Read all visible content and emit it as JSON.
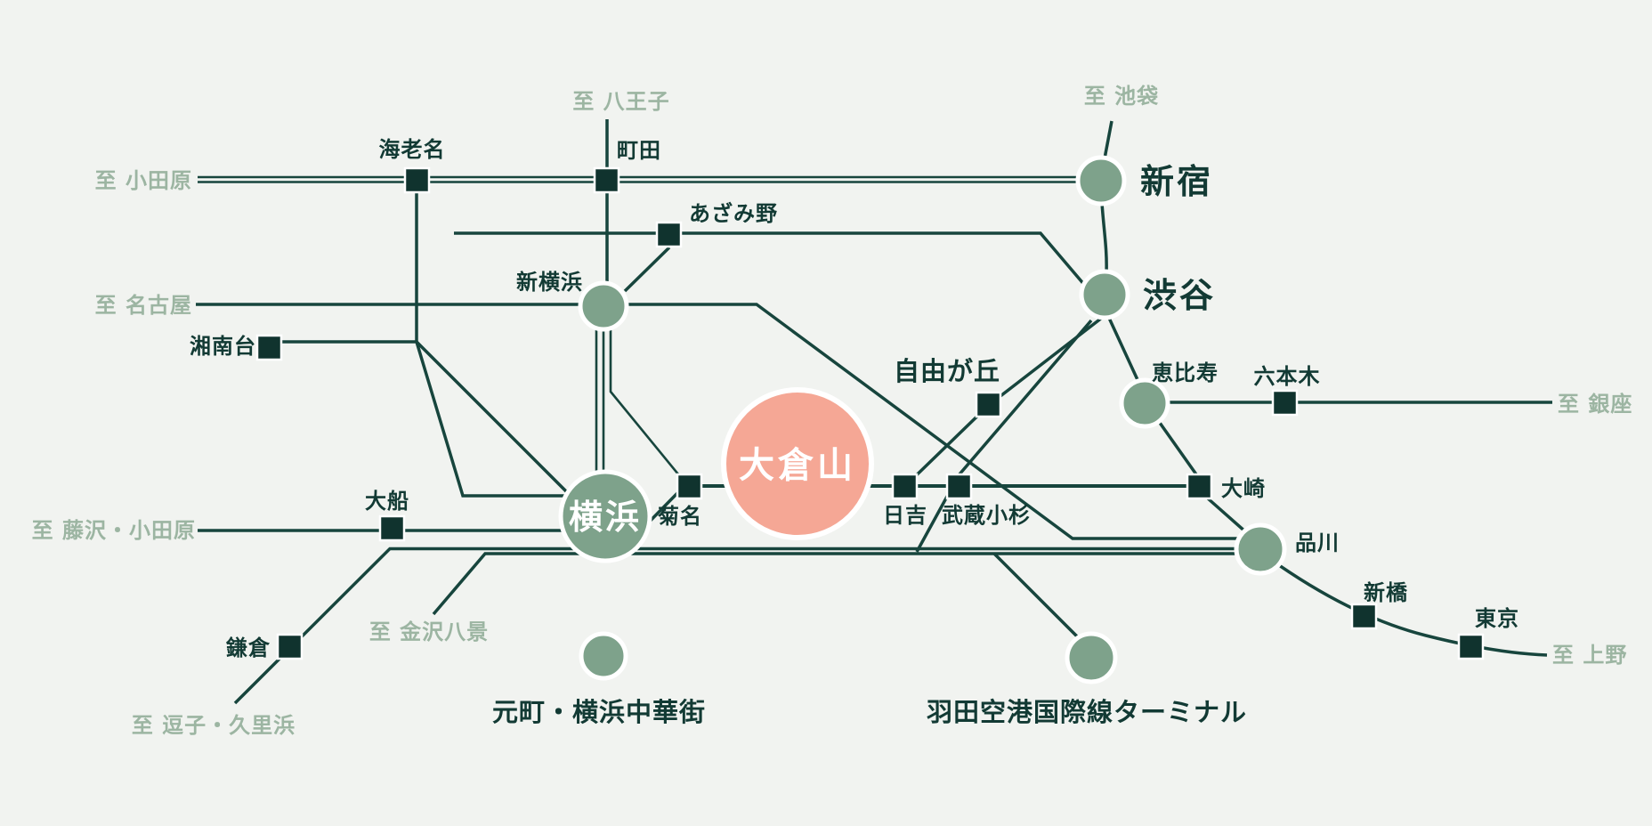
{
  "map": {
    "highlight_station": "okurayama",
    "colors": {
      "background": "#F1F3F0",
      "rail_line": "#17453D",
      "station_square": "#10332E",
      "station_circle_green": "#7EA28B",
      "station_circle_pink": "#F5A795",
      "label_dark": "#123A34",
      "label_muted_green": "#9CB5A2",
      "station_outline_white": "#FFFFFF"
    },
    "stations": [
      {
        "id": "shinjuku",
        "label": "新宿",
        "type": "circle"
      },
      {
        "id": "shibuya",
        "label": "渋谷",
        "type": "circle"
      },
      {
        "id": "ebisu",
        "label": "恵比寿",
        "type": "circle"
      },
      {
        "id": "roppongi",
        "label": "六本木",
        "type": "square"
      },
      {
        "id": "osaki",
        "label": "大崎",
        "type": "square"
      },
      {
        "id": "shinagawa",
        "label": "品川",
        "type": "circle"
      },
      {
        "id": "shimbashi",
        "label": "新橋",
        "type": "square"
      },
      {
        "id": "tokyo",
        "label": "東京",
        "type": "square"
      },
      {
        "id": "jiyugaoka",
        "label": "自由が丘",
        "type": "square"
      },
      {
        "id": "musashikosugi",
        "label": "武蔵小杉",
        "type": "square"
      },
      {
        "id": "hiyoshi",
        "label": "日吉",
        "type": "square"
      },
      {
        "id": "kikuna",
        "label": "菊名",
        "type": "square"
      },
      {
        "id": "okurayama",
        "label": "大倉山",
        "type": "circle-highlight"
      },
      {
        "id": "shinyokohama",
        "label": "新横浜",
        "type": "circle"
      },
      {
        "id": "machida",
        "label": "町田",
        "type": "square"
      },
      {
        "id": "ebina",
        "label": "海老名",
        "type": "square"
      },
      {
        "id": "azamino",
        "label": "あざみ野",
        "type": "square"
      },
      {
        "id": "shonandai",
        "label": "湘南台",
        "type": "square"
      },
      {
        "id": "ofuna",
        "label": "大船",
        "type": "square"
      },
      {
        "id": "kamakura",
        "label": "鎌倉",
        "type": "square"
      },
      {
        "id": "yokohama",
        "label": "横浜",
        "type": "circle-large"
      },
      {
        "id": "motomachi",
        "label": "元町・横浜中華街",
        "type": "circle"
      },
      {
        "id": "haneda",
        "label": "羽田空港国際線ターミナル",
        "type": "circle"
      }
    ],
    "directions": [
      {
        "id": "hachioji",
        "label": "至 八王子"
      },
      {
        "id": "ikebukuro",
        "label": "至 池袋"
      },
      {
        "id": "odawara",
        "label": "至 小田原"
      },
      {
        "id": "nagoya",
        "label": "至 名古屋"
      },
      {
        "id": "fujisawa_odawara",
        "label": "至 藤沢・小田原"
      },
      {
        "id": "kanazawa_hakkei",
        "label": "至 金沢八景"
      },
      {
        "id": "zushi_kurihama",
        "label": "至 逗子・久里浜"
      },
      {
        "id": "ginza",
        "label": "至 銀座"
      },
      {
        "id": "ueno",
        "label": "至 上野"
      }
    ]
  }
}
